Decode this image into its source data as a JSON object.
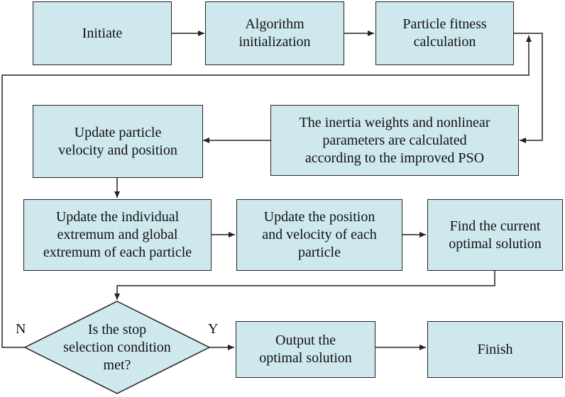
{
  "nodes": {
    "initiate": "Initiate",
    "algorithm_init": "Algorithm\ninitialization",
    "fitness": "Particle fitness\ncalculation",
    "inertia": "The inertia weights and nonlinear\nparameters are calculated\naccording to the improved PSO",
    "update_velocity": "Update particle\nvelocity and position",
    "update_extremum": "Update the individual\nextremum and global\nextremum of each particle",
    "update_position": "Update the position\nand velocity of each\nparticle",
    "find_optimal": "Find the current\noptimal solution",
    "stop_condition": "Is the stop\nselection condition\nmet?",
    "output": "Output the\noptimal solution",
    "finish": "Finish"
  },
  "labels": {
    "no": "N",
    "yes": "Y"
  },
  "colors": {
    "box_fill": "#cfe8ee",
    "stroke": "#222222"
  }
}
